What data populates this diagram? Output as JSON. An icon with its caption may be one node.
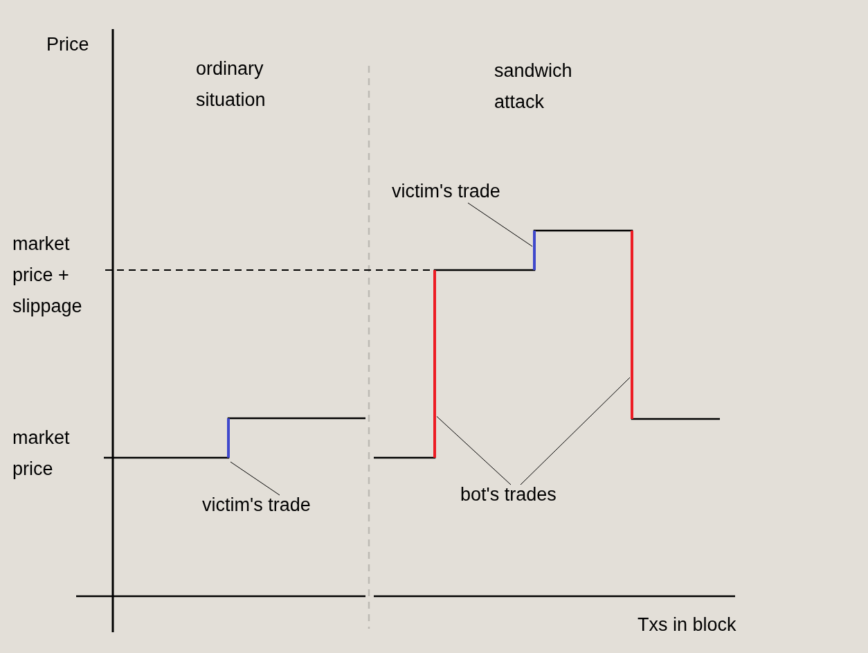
{
  "diagram": {
    "nodes": [
      {
        "text": [
          "victim's trade"
        ]
      },
      {
        "text": [],
        "shape": "line"
      },
      {
        "text": [
          "victim's trade"
        ]
      },
      {
        "text": [],
        "shape": "line"
      },
      {
        "text": [
          "bot's trades"
        ]
      },
      {
        "text": [],
        "shape": "line"
      },
      {
        "text": [],
        "shape": "line"
      }
    ],
    "edges": [
      {
        "from": 0,
        "to": 1,
        "arrow": "none"
      },
      {
        "from": 2,
        "to": 3,
        "arrow": "none"
      },
      {
        "from": 4,
        "to": 5,
        "arrow": "none"
      },
      {
        "from": 4,
        "to": 6,
        "arrow": "none"
      }
    ],
    "labels": [
      "Price",
      "ordinary situation",
      "sandwich attack",
      "market price + slippage",
      "market price",
      "Txs in block"
    ]
  }
}
